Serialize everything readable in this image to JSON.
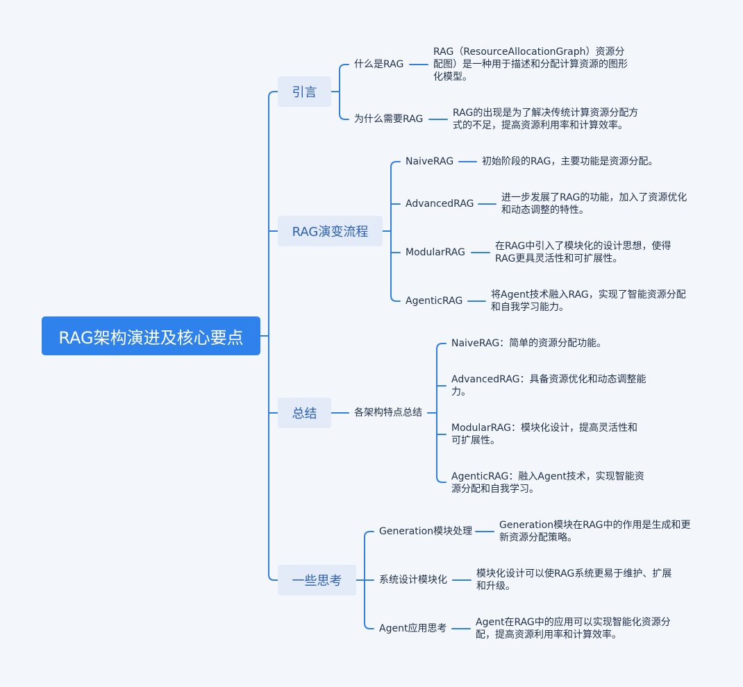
{
  "root": {
    "label": "RAG架构演进及核心要点"
  },
  "sections": [
    {
      "label": "引言",
      "children": [
        {
          "label": "什么是RAG",
          "desc": "RAG（ResourceAllocationGraph）资源分配图）是一种用于描述和分配计算资源的图形化模型。"
        },
        {
          "label": "为什么需要RAG",
          "desc": "RAG的出现是为了解决传统计算资源分配方式的不足，提高资源利用率和计算效率。"
        }
      ]
    },
    {
      "label": "RAG演变流程",
      "children": [
        {
          "label": "NaiveRAG",
          "desc": "初始阶段的RAG，主要功能是资源分配。"
        },
        {
          "label": "AdvancedRAG",
          "desc": "进一步发展了RAG的功能，加入了资源优化和动态调整的特性。"
        },
        {
          "label": "ModularRAG",
          "desc": "在RAG中引入了模块化的设计思想，使得RAG更具灵活性和可扩展性。"
        },
        {
          "label": "AgenticRAG",
          "desc": "将Agent技术融入RAG，实现了智能资源分配和自我学习能力。"
        }
      ]
    },
    {
      "label": "总结",
      "children": [
        {
          "label": "各架构特点总结",
          "items": [
            "NaiveRAG：简单的资源分配功能。",
            "AdvancedRAG：具备资源优化和动态调整能力。",
            "ModularRAG：模块化设计，提高灵活性和可扩展性。",
            "AgenticRAG：融入Agent技术，实现智能资源分配和自我学习。"
          ]
        }
      ]
    },
    {
      "label": "一些思考",
      "children": [
        {
          "label": "Generation模块处理",
          "desc": "Generation模块在RAG中的作用是生成和更新资源分配策略。"
        },
        {
          "label": "系统设计模块化",
          "desc": "模块化设计可以使RAG系统更易于维护、扩展和升级。"
        },
        {
          "label": "Agent应用思考",
          "desc": "Agent在RAG中的应用可以实现智能化资源分配，提高资源利用率和计算效率。"
        }
      ]
    }
  ],
  "colors": {
    "line": "#2f7de6",
    "root_bg": "#2f82eb",
    "node_bg": "#e3ebf9",
    "node_text": "#2a5fb0"
  }
}
